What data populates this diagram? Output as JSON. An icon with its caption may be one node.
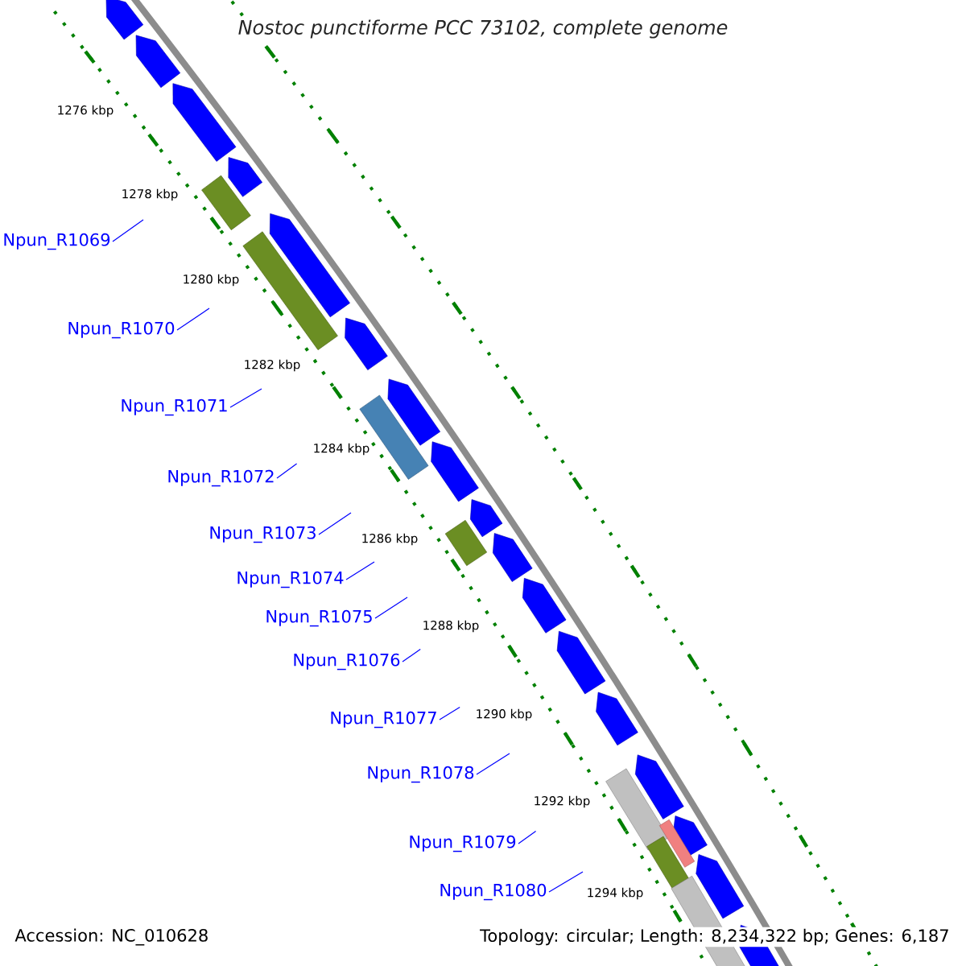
{
  "diagram": {
    "title": "Nostoc punctiforme PCC 73102, complete genome",
    "nodes": [
      {
        "text": [
          "Npun_R1069"
        ]
      },
      {
        "text": [
          "Npun_R1070"
        ]
      },
      {
        "text": [
          "Npun_R1071"
        ]
      },
      {
        "text": [
          "Npun_R1072"
        ]
      },
      {
        "text": [
          "Npun_R1073"
        ]
      },
      {
        "text": [
          "Npun_R1074"
        ]
      },
      {
        "text": [
          "Npun_R1075"
        ]
      },
      {
        "text": [
          "Npun_R1076"
        ]
      },
      {
        "text": [
          "Npun_R1077"
        ]
      },
      {
        "text": [
          "Npun_R1078"
        ]
      },
      {
        "text": [
          "Npun_R1079"
        ]
      },
      {
        "text": [
          "Npun_R1080"
        ]
      }
    ],
    "edges": [
      {
        "from": 0,
        "to": null,
        "arrow": "none"
      },
      {
        "from": 1,
        "to": null,
        "arrow": "none"
      },
      {
        "from": 2,
        "to": null,
        "arrow": "none"
      },
      {
        "from": 3,
        "to": null,
        "arrow": "none"
      },
      {
        "from": 4,
        "to": null,
        "arrow": "none"
      },
      {
        "from": 5,
        "to": null,
        "arrow": "none"
      },
      {
        "from": 6,
        "to": null,
        "arrow": "none"
      },
      {
        "from": 7,
        "to": null,
        "arrow": "none"
      },
      {
        "from": 8,
        "to": null,
        "arrow": "none"
      },
      {
        "from": 9,
        "to": null,
        "arrow": "none"
      },
      {
        "from": 10,
        "to": null,
        "arrow": "none"
      },
      {
        "from": 11,
        "to": null,
        "arrow": "none"
      }
    ],
    "labels": [
      "1276 kbp",
      "1278 kbp",
      "1280 kbp",
      "1282 kbp",
      "1284 kbp",
      "1286 kbp",
      "1288 kbp",
      "1290 kbp",
      "1292 kbp",
      "1294 kbp",
      "Accession: NC_010628",
      "Topology: circular; Length: 8,234,322 bp; Genes: 6,187"
    ]
  }
}
